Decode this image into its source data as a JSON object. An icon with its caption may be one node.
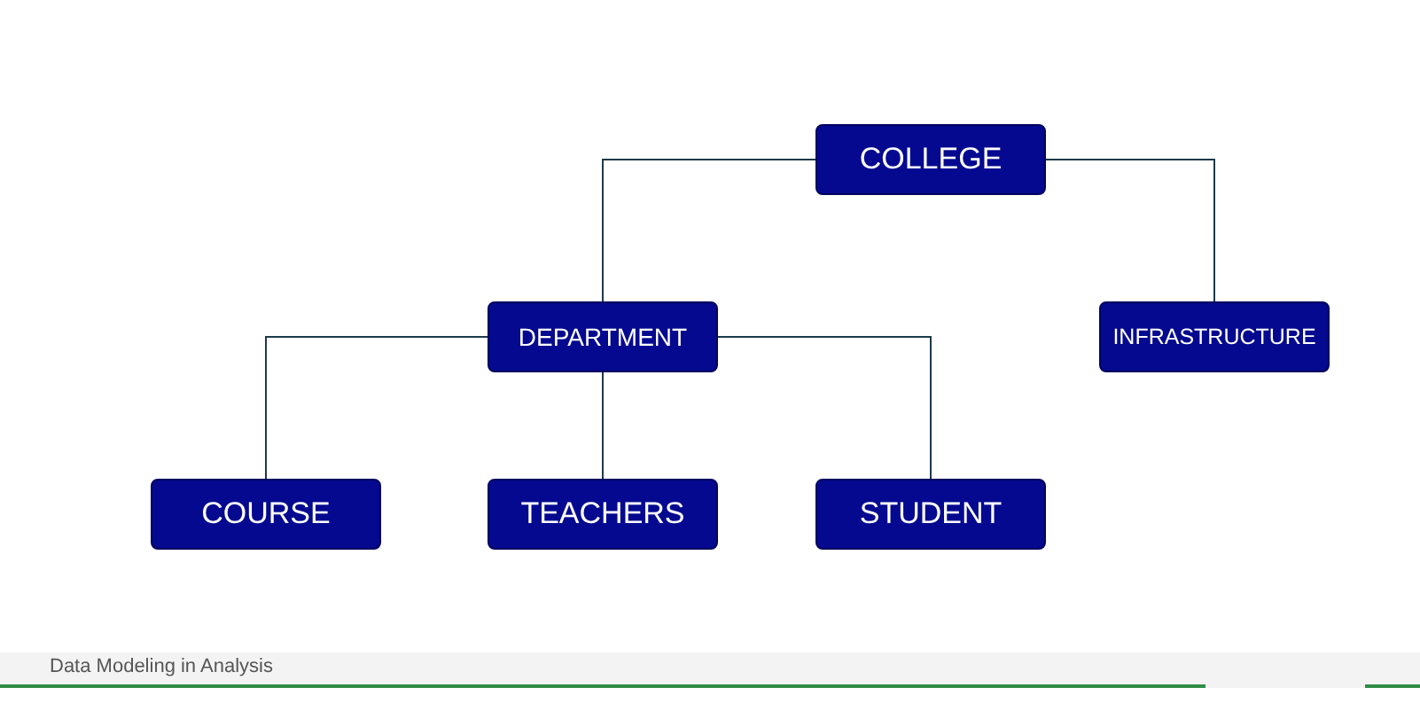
{
  "diagram": {
    "nodes": [
      {
        "text": [
          "COLLEGE"
        ]
      },
      {
        "text": [
          "DEPARTMENT"
        ]
      },
      {
        "text": [
          "INFRASTRUCTURE"
        ]
      },
      {
        "text": [
          "COURSE"
        ]
      },
      {
        "text": [
          "TEACHERS"
        ]
      },
      {
        "text": [
          "STUDENT"
        ]
      }
    ],
    "edges": [
      {
        "from": 0,
        "to": 1,
        "arrow": "none"
      },
      {
        "from": 0,
        "to": 2,
        "arrow": "none"
      },
      {
        "from": 1,
        "to": 3,
        "arrow": "none"
      },
      {
        "from": 1,
        "to": 4,
        "arrow": "none"
      },
      {
        "from": 1,
        "to": 5,
        "arrow": "none"
      }
    ],
    "labels": [
      "Data Modeling in Analysis"
    ]
  }
}
